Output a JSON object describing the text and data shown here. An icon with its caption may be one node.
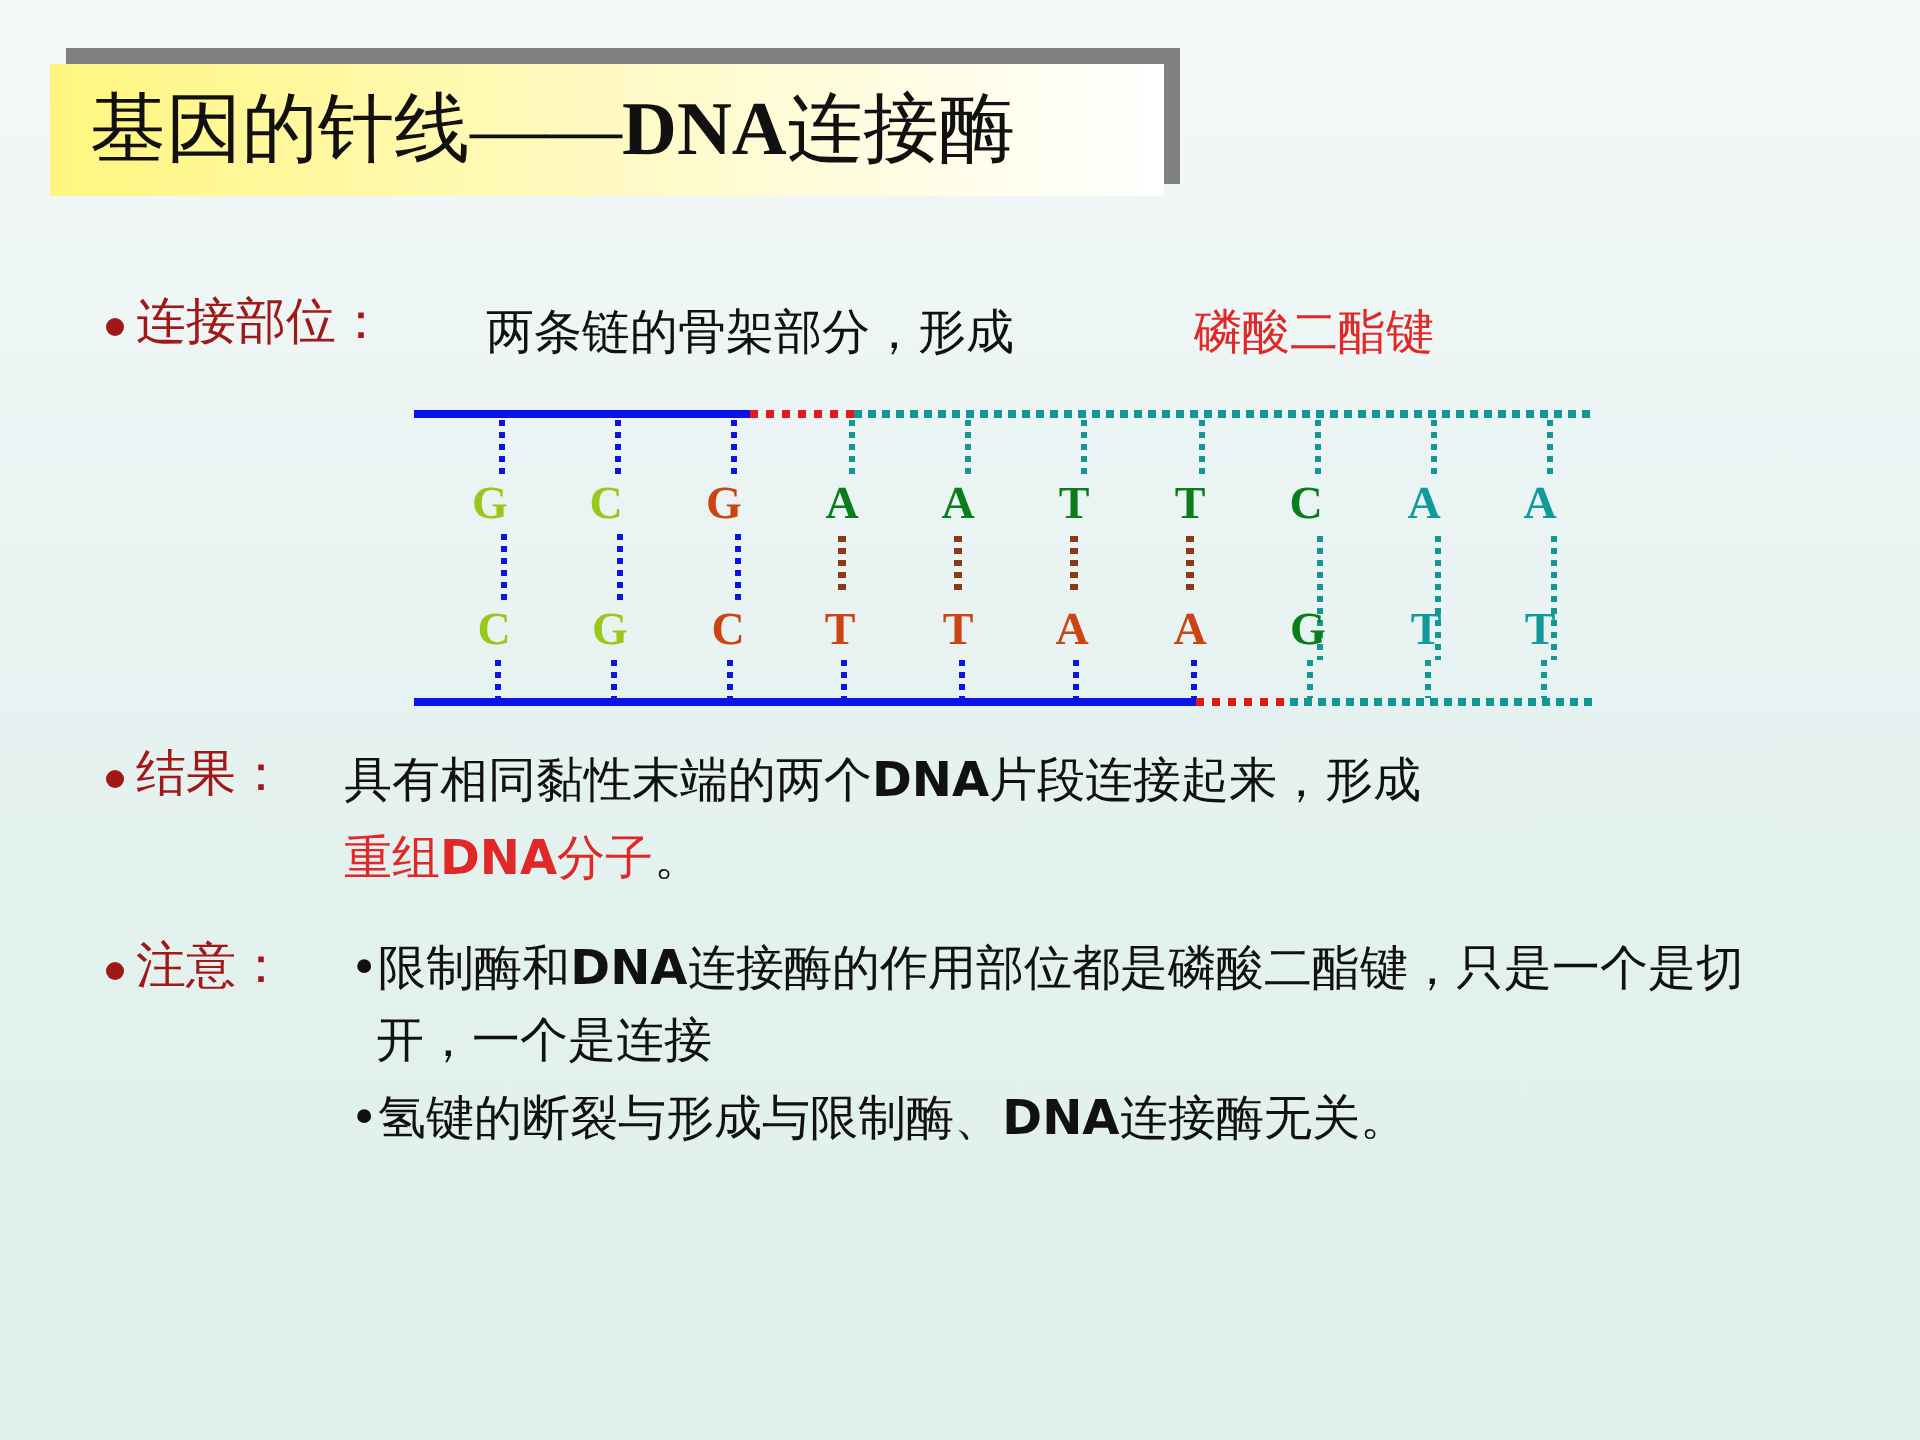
{
  "diagram": {
    "title": "基因的针线——**DNA**连接酶",
    "labels": [
      "连接部位：",
      "两条链的骨架部分，形成",
      "磷酸二酯键",
      "G",
      "C",
      "G",
      "A",
      "A",
      "T",
      "T",
      "C",
      "A",
      "A",
      "C",
      "G",
      "C",
      "T",
      "T",
      "A",
      "A",
      "G",
      "T",
      "T",
      "结果：",
      "具有相同黏性末端的两个**DNA**片段连接起来，形成",
      "重组**DNA**分子",
      "。",
      "注意：",
      "•限制酶和**DNA**连接酶的作用部位都是磷酸二酯键，只是一个是切开，一个是连接",
      "•氢键的断裂与形成与限制酶、**DNA**连接酶无关。"
    ]
  }
}
